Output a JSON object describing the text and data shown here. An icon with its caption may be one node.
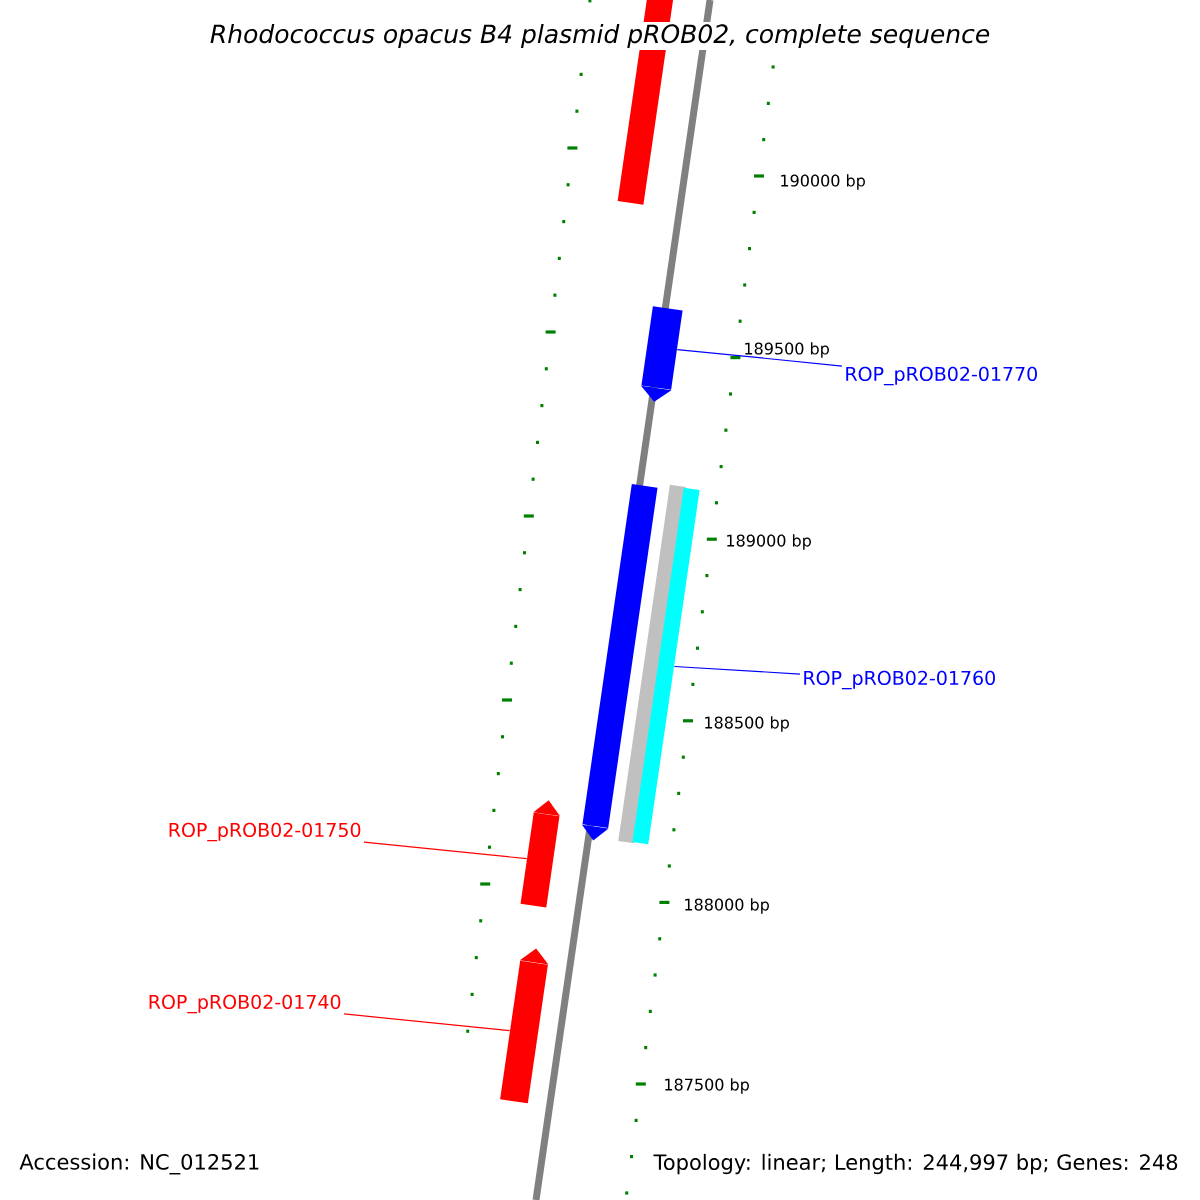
{
  "diagram": {
    "title": "Rhodococcus opacus B4 plasmid pROB02, complete sequence",
    "nodes": [
      {
        "text": [],
        "shape": "bar"
      },
      {
        "text": [],
        "shape": "bar"
      },
      {
        "text": [
          "ROP_pROB02-01770"
        ]
      },
      {
        "text": [],
        "shape": "bar"
      },
      {
        "text": [],
        "shape": "bar"
      },
      {
        "text": [],
        "shape": "bar"
      },
      {
        "text": [
          "ROP_pROB02-01760"
        ]
      },
      {
        "text": [
          "ROP_pROB02-01750"
        ]
      },
      {
        "text": [],
        "shape": "bar"
      },
      {
        "text": [
          "ROP_pROB02-01740"
        ]
      },
      {
        "text": [],
        "shape": "bar"
      }
    ],
    "edges": [
      {
        "from": 2,
        "to": 1,
        "arrow": "none",
        "color": "#0000ff"
      },
      {
        "from": 6,
        "to": 5,
        "arrow": "none",
        "color": "#0000ff"
      },
      {
        "from": 7,
        "to": 8,
        "arrow": "none",
        "color": "#ff0000"
      },
      {
        "from": 9,
        "to": 10,
        "arrow": "none",
        "color": "#ff0000"
      }
    ],
    "labels": [
      "190000 bp",
      "189500 bp",
      "189000 bp",
      "188500 bp",
      "188000 bp",
      "187500 bp",
      "Accession: NC_012521",
      "Topology: linear; Length: 244,997 bp; Genes: 248"
    ]
  }
}
